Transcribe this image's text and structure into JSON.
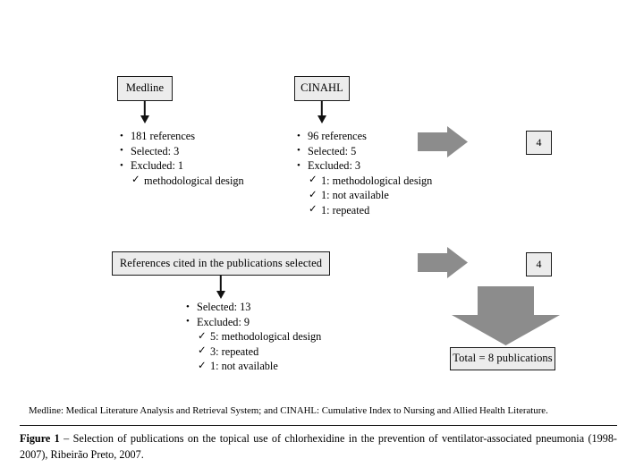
{
  "figure": {
    "sources": [
      {
        "id": "medline",
        "label": "Medline",
        "bullets": [
          {
            "text": "181 references",
            "level": 1
          },
          {
            "text": "Selected: 3",
            "level": 1
          },
          {
            "text": "Excluded: 1",
            "level": 1
          },
          {
            "text": "methodological design",
            "level": 2
          }
        ]
      },
      {
        "id": "cinahl",
        "label": "CINAHL",
        "bullets": [
          {
            "text": "96 references",
            "level": 1
          },
          {
            "text": "Selected: 5",
            "level": 1
          },
          {
            "text": "Excluded: 3",
            "level": 1
          },
          {
            "text": "1: methodological design",
            "level": 2
          },
          {
            "text": "1: not available",
            "level": 2
          },
          {
            "text": "1: repeated",
            "level": 2
          }
        ]
      }
    ],
    "references_stage": {
      "label": "References cited in the publications selected",
      "bullets": [
        {
          "text": "Selected: 13",
          "level": 1
        },
        {
          "text": "Excluded: 9",
          "level": 1
        },
        {
          "text": "5: methodological design",
          "level": 2
        },
        {
          "text": "3: repeated",
          "level": 2
        },
        {
          "text": "1: not available",
          "level": 2
        }
      ]
    },
    "counts": [
      {
        "id": "count-stage-1",
        "value": "4"
      },
      {
        "id": "count-stage-2",
        "value": "4"
      }
    ],
    "total_box": "Total = 8 publications",
    "abbreviations_note": "Medline: Medical Literature Analysis and Retrieval System; and CINAHL: Cumulative Index to Nursing and Allied Health Literature.",
    "caption": {
      "label": "Figure 1",
      "dash": " – ",
      "text": "Selection of publications on the topical use of chlorhexidine in the prevention of ventilator-associated pneumonia (1998-2007), Ribeirão Preto, 2007."
    },
    "colors": {
      "box_fill": "#ececec",
      "box_border": "#1a1a1a",
      "block_arrow": "#8c8c8c",
      "thin_arrow": "#111111",
      "background": "#ffffff"
    }
  },
  "chart_data": {
    "type": "diagram",
    "title": "Selection of publications flow diagram",
    "nodes": [
      {
        "id": "medline",
        "label": "Medline",
        "references": 181,
        "selected": 3,
        "excluded": 1
      },
      {
        "id": "cinahl",
        "label": "CINAHL",
        "references": 96,
        "selected": 5,
        "excluded": 3
      },
      {
        "id": "references-cited",
        "label": "References cited in the publications selected",
        "selected": 13,
        "excluded": 9
      },
      {
        "id": "total",
        "label": "Total = 8 publications",
        "value": 8
      }
    ],
    "stage_counts": [
      4,
      4
    ]
  }
}
